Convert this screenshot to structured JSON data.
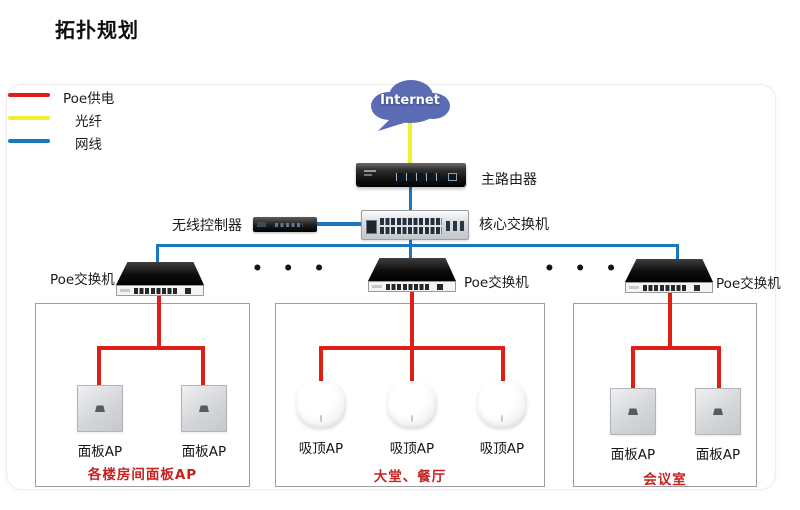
{
  "title": "拓扑规划",
  "legend": {
    "items": [
      {
        "label": "Poe供电",
        "color": "#dd1f15"
      },
      {
        "label": "光纤",
        "color": "#f2ee33"
      },
      {
        "label": "网线",
        "color": "#1877bd"
      }
    ]
  },
  "nodes": {
    "internet": {
      "label": "Internet"
    },
    "router": {
      "label": "主路由器"
    },
    "controller": {
      "label": "无线控制器"
    },
    "core_switch": {
      "label": "核心交换机"
    },
    "poe_switches": [
      {
        "label": "Poe交换机"
      },
      {
        "label": "Poe交换机"
      },
      {
        "label": "Poe交换机"
      }
    ],
    "ellipsis": "• • •"
  },
  "groups": [
    {
      "caption": "各楼房间面板AP",
      "ap_type": "panel",
      "aps": [
        {
          "label": "面板AP"
        },
        {
          "label": "面板AP"
        }
      ]
    },
    {
      "caption": "大堂、餐厅",
      "ap_type": "ceiling",
      "aps": [
        {
          "label": "吸顶AP"
        },
        {
          "label": "吸顶AP"
        },
        {
          "label": "吸顶AP"
        }
      ]
    },
    {
      "caption": "会议室",
      "ap_type": "panel",
      "aps": [
        {
          "label": "面板AP"
        },
        {
          "label": "面板AP"
        }
      ]
    }
  ],
  "colors": {
    "poe": "#dd1f15",
    "fiber": "#f2ee33",
    "ethernet": "#1877bd",
    "cloud": "#5b6cb5",
    "caption": "#c4231f"
  }
}
